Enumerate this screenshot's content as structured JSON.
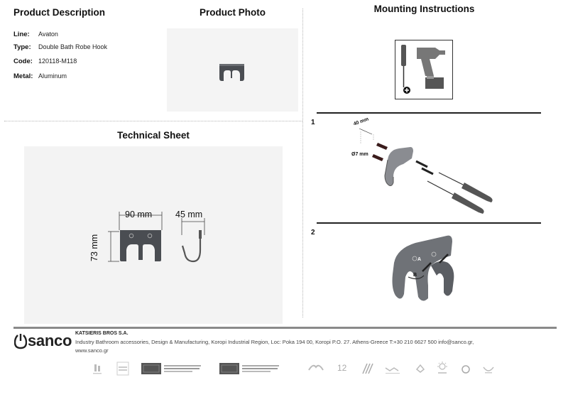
{
  "description": {
    "title": "Product Description",
    "rows": [
      {
        "key": "Line:",
        "value": "Avaton"
      },
      {
        "key": "Type:",
        "value": "Double Bath Robe Hook"
      },
      {
        "key": "Code:",
        "value": "120118-M118"
      },
      {
        "key": "Metal:",
        "value": "Aluminum"
      }
    ]
  },
  "photo": {
    "title": "Product Photo"
  },
  "technical": {
    "title": "Technical Sheet",
    "width_label": "90 mm",
    "depth_label": "45 mm",
    "height_label": "73 mm"
  },
  "mounting": {
    "title": "Mounting Instructions",
    "step1": {
      "number": "1",
      "dist_label": "40 mm",
      "dia_label": "Ø7 mm"
    },
    "step2": {
      "number": "2",
      "label_a": "A",
      "label_b": "B"
    }
  },
  "footer": {
    "logo": "sanco",
    "company": "KATSIERIS BROS S.A.",
    "info": "Industry Bathroom accessories, Design & Manufacturing, Koropi Industrial Region, Loc: Poka 194 00, Koropi P.O. 27. Athens-Greece   T:+30 210 6627 500 info@sanco.gr, www.sanco.gr"
  },
  "certifications": [
    {
      "name": "hotels-icon"
    },
    {
      "name": "quality-100-icon"
    },
    {
      "name": "iso-9001-badge"
    },
    {
      "name": "iso-14001-badge"
    },
    {
      "name": "hands-icon"
    },
    {
      "name": "warranty-12-icon"
    },
    {
      "name": "stripes-icon"
    },
    {
      "name": "water-icon"
    },
    {
      "name": "recycle-icon"
    },
    {
      "name": "sun-icon"
    },
    {
      "name": "circle-icon"
    },
    {
      "name": "bowl-icon"
    }
  ]
}
